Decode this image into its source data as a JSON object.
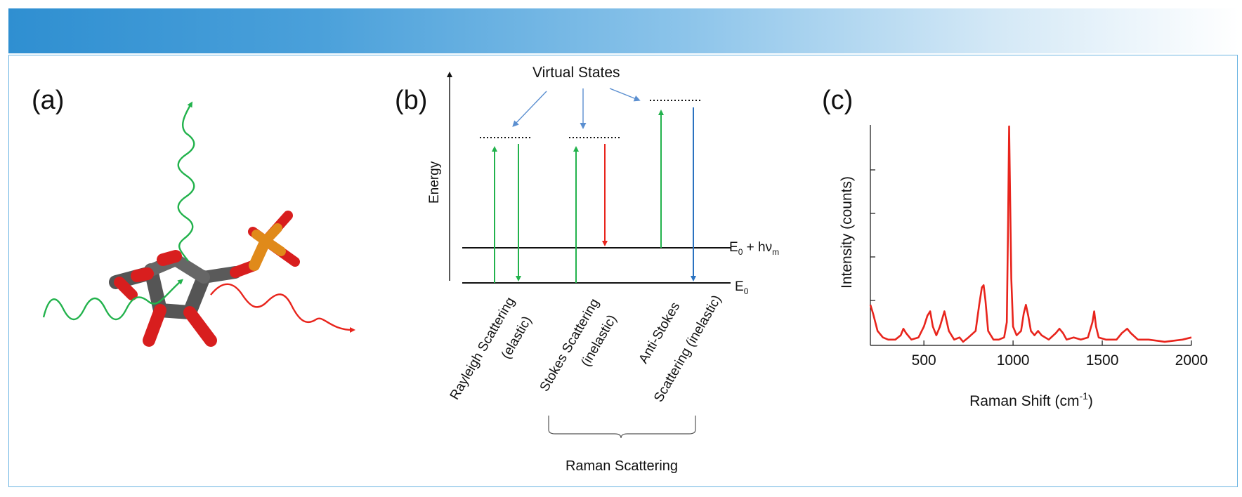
{
  "colors": {
    "banner_start": "#2f8fd1",
    "frame_border": "#6ab4e2",
    "green": "#22b24c",
    "red": "#e8241c",
    "blue": "#2a72c0",
    "spectrum": "#e8241c",
    "carbon": "#666666",
    "oxygen": "#d81e1e",
    "phosphorus": "#e08a1a"
  },
  "panel_a": {
    "label": "(a)"
  },
  "panel_b": {
    "label": "(b)",
    "virtual_states_label": "Virtual States",
    "energy_label": "Energy",
    "ground_level_label": "E",
    "ground_level_sub": "0",
    "vib_level_label": "E",
    "vib_level_sub": "0",
    "vib_level_suffix": " + hν",
    "vib_level_suffix_sub": "m",
    "processes": [
      {
        "line1": "Rayleigh Scattering",
        "line2": "(elastic)"
      },
      {
        "line1": "Stokes Scattering",
        "line2": "(inelastic)"
      },
      {
        "line1": "Anti-Stokes",
        "line2": "Scattering (inelastic)"
      }
    ],
    "raman_label": "Raman Scattering"
  },
  "panel_c": {
    "label": "(c)"
  },
  "chart_data": {
    "type": "line",
    "title": "",
    "xlabel": "Raman Shift (cm",
    "xlabel_sup": "-1",
    "xlabel_end": ")",
    "ylabel": "Intensity (counts)",
    "xlim": [
      200,
      2000
    ],
    "ylim": [
      0,
      1.0
    ],
    "x_ticks": [
      500,
      1000,
      1500,
      2000
    ],
    "y_ticks_unlabeled": [
      0.2,
      0.4,
      0.6,
      0.8
    ],
    "series": [
      {
        "x": [
          200,
          215,
          240,
          270,
          300,
          340,
          370,
          385,
          400,
          430,
          470,
          500,
          520,
          535,
          550,
          570,
          590,
          615,
          640,
          670,
          700,
          720,
          750,
          790,
          810,
          825,
          835,
          845,
          860,
          890,
          920,
          950,
          965,
          972,
          978,
          983,
          990,
          1000,
          1020,
          1045,
          1060,
          1072,
          1085,
          1100,
          1120,
          1140,
          1160,
          1200,
          1240,
          1260,
          1280,
          1300,
          1340,
          1380,
          1420,
          1445,
          1455,
          1465,
          1480,
          1520,
          1580,
          1610,
          1640,
          1660,
          1700,
          1760,
          1850,
          1950,
          2000
        ],
        "y": [
          0.18,
          0.14,
          0.06,
          0.03,
          0.02,
          0.02,
          0.04,
          0.07,
          0.05,
          0.02,
          0.03,
          0.08,
          0.13,
          0.15,
          0.08,
          0.04,
          0.08,
          0.15,
          0.06,
          0.02,
          0.03,
          0.01,
          0.03,
          0.06,
          0.18,
          0.26,
          0.27,
          0.2,
          0.06,
          0.02,
          0.02,
          0.03,
          0.1,
          0.55,
          1.0,
          0.7,
          0.3,
          0.08,
          0.04,
          0.06,
          0.14,
          0.18,
          0.13,
          0.06,
          0.04,
          0.06,
          0.04,
          0.02,
          0.05,
          0.07,
          0.05,
          0.02,
          0.03,
          0.02,
          0.03,
          0.1,
          0.15,
          0.08,
          0.03,
          0.02,
          0.02,
          0.05,
          0.07,
          0.05,
          0.02,
          0.02,
          0.01,
          0.02,
          0.03
        ]
      }
    ]
  }
}
